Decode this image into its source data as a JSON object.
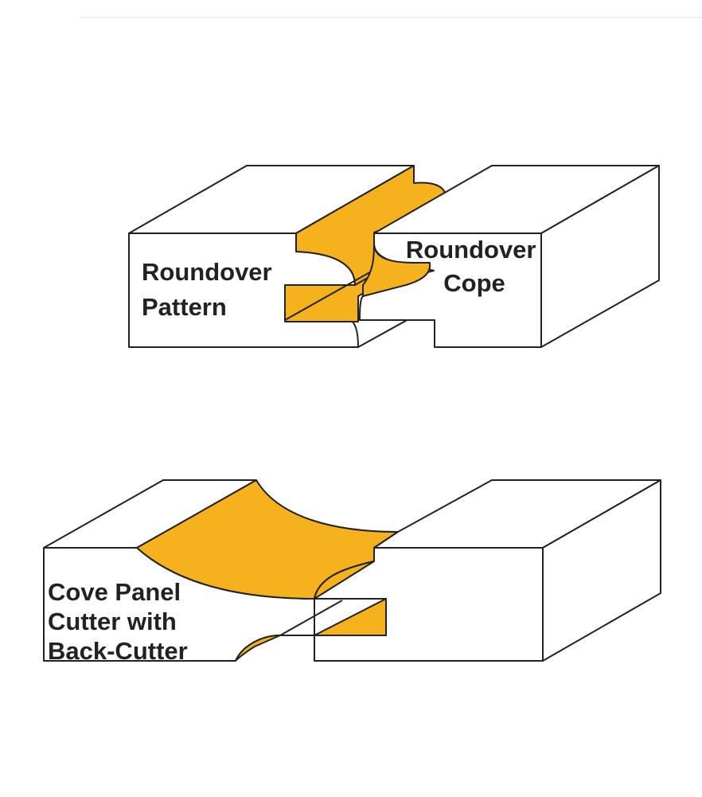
{
  "colors": {
    "profile_fill": "#f5b21d",
    "outline": "#222222",
    "background": "#ffffff"
  },
  "diagram_top": {
    "left_label_lines": [
      "Roundover",
      "Pattern"
    ],
    "right_label_lines": [
      "Roundover",
      "Cope"
    ]
  },
  "diagram_bottom": {
    "label_lines": [
      "Cove Panel",
      "Cutter with",
      "Back-Cutter"
    ]
  }
}
